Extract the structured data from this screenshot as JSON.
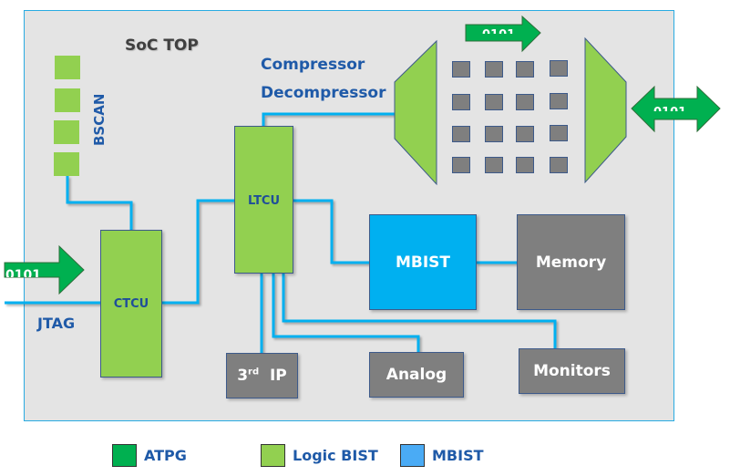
{
  "title": "SoC TOP",
  "labels": {
    "bscan": "BSCAN",
    "compressor": "Compressor",
    "decompressor": "Decompressor",
    "jtag": "JTAG"
  },
  "blocks": {
    "ctcu": "CTCU",
    "ltcu": "LTCU",
    "mbist": "MBIST",
    "memory": "Memory",
    "third_ip_main": "3",
    "third_ip_sup": "rd",
    "third_ip_rest": "IP",
    "analog": "Analog",
    "monitors": "Monitors"
  },
  "arrows": {
    "input": "0101",
    "scan": "0101",
    "output": "0101"
  },
  "legend": [
    {
      "label": "ATPG",
      "color": "#00b050"
    },
    {
      "label": "Logic BIST",
      "color": "#92d050"
    },
    {
      "label": "MBIST",
      "color": "#4aabf5"
    }
  ],
  "colors": {
    "frame_border": "#29abe2",
    "wire": "#00b0f0",
    "logic_bist": "#92d050",
    "mbist": "#00b0f0",
    "atpg": "#00b050",
    "gray_block": "#7f7f7f",
    "text_blue": "#1f5aa8"
  }
}
